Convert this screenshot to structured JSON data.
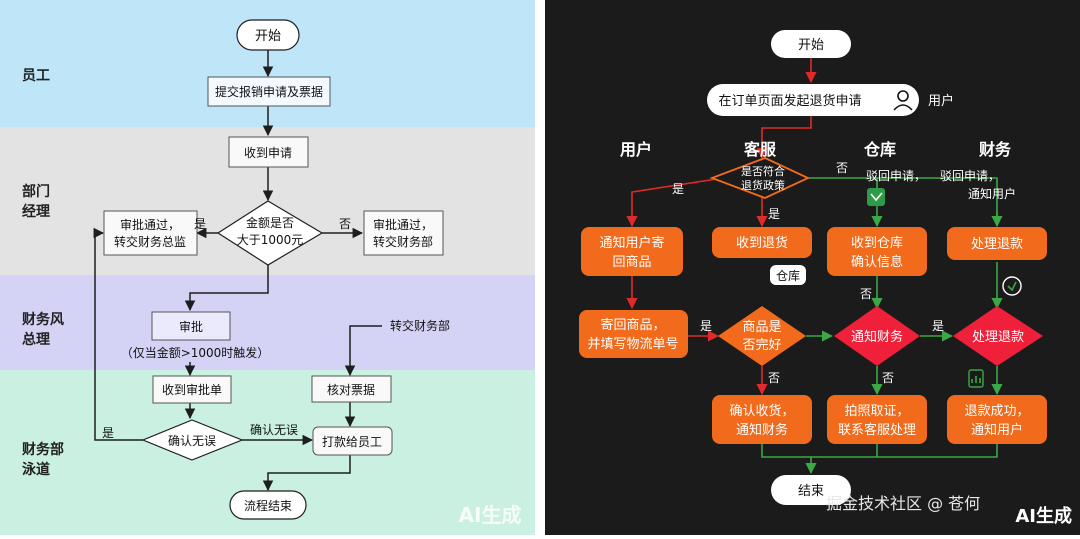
{
  "left": {
    "lanes": [
      {
        "label": "员工"
      },
      {
        "label_lines": [
          "部门",
          "经理"
        ]
      },
      {
        "label_lines": [
          "财务风",
          "总理"
        ]
      },
      {
        "label_lines": [
          "财务部",
          "泳道"
        ]
      }
    ],
    "lane_colors": [
      "#bfe6f8",
      "#e3e3e3",
      "#d5d3f5",
      "#c9f0e0"
    ],
    "nodes": {
      "start": "开始",
      "submit": "提交报销申请及票据",
      "receive": "收到申请",
      "decision_lines": [
        "金额是否",
        "大于1000元"
      ],
      "approve_left_lines": [
        "审批通过，",
        "转交财务总监"
      ],
      "approve_right_lines": [
        "审批通过，",
        "转交财务部"
      ],
      "review": "审批",
      "review_note": "（仅当金额>1000时触发）",
      "receive_approval": "收到审批单",
      "verify_invoice": "核对票据",
      "confirm": "确认无误",
      "pay": "打款给员工",
      "end": "流程结束"
    },
    "edge_labels": {
      "yes_left": "是",
      "no_right": "否",
      "transfer_finance": "转交财务部",
      "confirm_ok": "确认无误",
      "yes_back": "是"
    },
    "watermark": "AI生成"
  },
  "right": {
    "nodes": {
      "start": "开始",
      "initiate": "在订单页面发起退货申请",
      "user_tag": "用户",
      "policy_lines": [
        "是否符合",
        "退货政策"
      ],
      "notify_user_lines": [
        "通知用户寄",
        "回商品"
      ],
      "receive_return": "收到退货",
      "warehouse_tag": "仓库",
      "warehouse_receive_lines": [
        "收到仓库",
        "确认信息"
      ],
      "process_refund": "处理退款",
      "send_back_lines": [
        "寄回商品，",
        "并填写物流单号"
      ],
      "intact_lines": [
        "商品是",
        "否完好"
      ],
      "notify_finance": "通知财务",
      "refund_decision": "处理退款",
      "confirm_receipt_lines": [
        "确认收货，",
        "通知财务"
      ],
      "photo_lines": [
        "拍照取证，",
        "联系客服处理"
      ],
      "refund_success_lines": [
        "退款成功，",
        "通知用户"
      ],
      "end": "结束"
    },
    "headers": [
      "用户",
      "客服",
      "仓库",
      "财务"
    ],
    "edge_labels": {
      "yes_policy": "是",
      "yes_receive": "是",
      "no_policy": "否",
      "reject_1": "驳回申请，",
      "reject_2_lines": [
        "驳回申请，",
        "通知用户"
      ],
      "no_warehouse": "否",
      "yes_intact": "是",
      "no_intact": "否",
      "no_finance": "否",
      "yes_refund": "是"
    },
    "watermark_source": "掘金技术社区 @ 苍何",
    "watermark": "AI生成",
    "colors": {
      "orange": "#f26a1b",
      "red": "#f0203a",
      "green": "#3aa845",
      "background": "#1b1b1b"
    }
  }
}
